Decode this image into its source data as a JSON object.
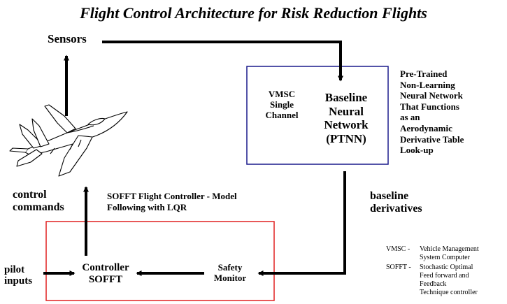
{
  "title": "Flight Control Architecture for Risk Reduction Flights",
  "nodes": {
    "sensors": "Sensors",
    "vmsc_channel": "VMSC\nSingle\nChannel",
    "baseline_nn": "Baseline\nNeural\nNetwork\n(PTNN)",
    "ptnn_desc": "Pre-Trained\nNon-Learning\nNeural Network\nThat Functions\nas an\nAerodynamic\nDerivative Table\nLook-up",
    "baseline_derivatives": "baseline\nderivatives",
    "control_commands": "control\ncommands",
    "soft_controller_title": "SOFFT Flight Controller - Model\nFollowing with LQR",
    "controller": "Controller\nSOFFT",
    "safety_monitor": "Safety\nMonitor",
    "pilot_inputs": "pilot\ninputs"
  },
  "legend": [
    {
      "abbr": "VMSC -",
      "def": "Vehicle Management\nSystem Computer"
    },
    {
      "abbr": "SOFFT -",
      "def": "Stochastic Optimal\nFeed forward and\nFeedback\nTechnique controller"
    }
  ],
  "colors": {
    "nn_box": "#1a1a8c",
    "soft_box": "#e02020",
    "arrows": "#000000"
  },
  "icon": "fighter-jet-icon"
}
